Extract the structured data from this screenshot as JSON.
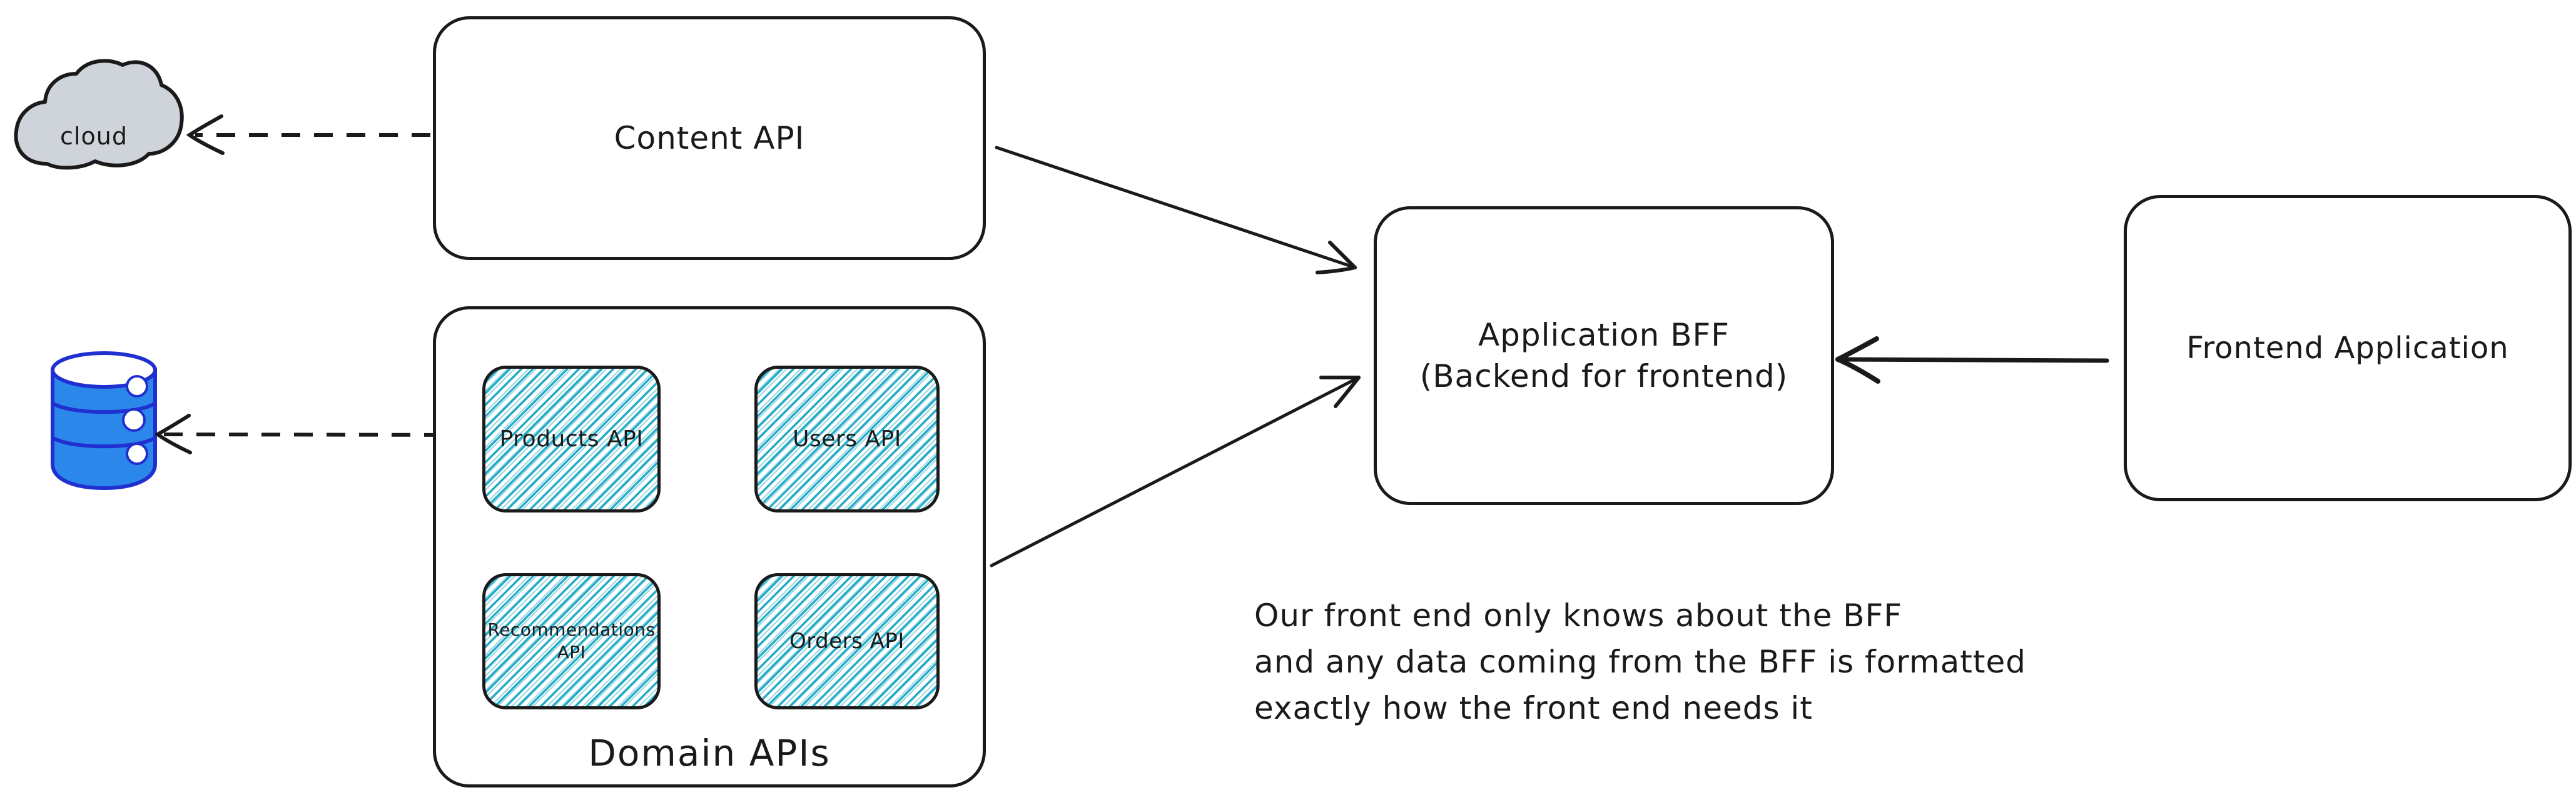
{
  "diagram": {
    "cloud": {
      "label": "cloud"
    },
    "content_api": {
      "label": "Content API"
    },
    "domain_apis": {
      "label": "Domain APIs",
      "services": [
        {
          "label": "Products API"
        },
        {
          "label": "Users API"
        },
        {
          "label": "Recommendations API"
        },
        {
          "label": "Orders API"
        }
      ]
    },
    "bff": {
      "label_line1": "Application BFF",
      "label_line2": "(Backend for frontend)"
    },
    "frontend": {
      "label": "Frontend Application"
    },
    "caption": {
      "line1": "Our front end only knows about the BFF",
      "line2": "and any data coming from the BFF is formatted",
      "line3": "exactly how the front end needs it"
    },
    "colors": {
      "stroke": "#1a1a1a",
      "hatch": "#1ba8c4",
      "cloud_fill": "#ced4da",
      "db_fill": "#2b87e9",
      "db_stroke": "#1f2fd0"
    }
  }
}
